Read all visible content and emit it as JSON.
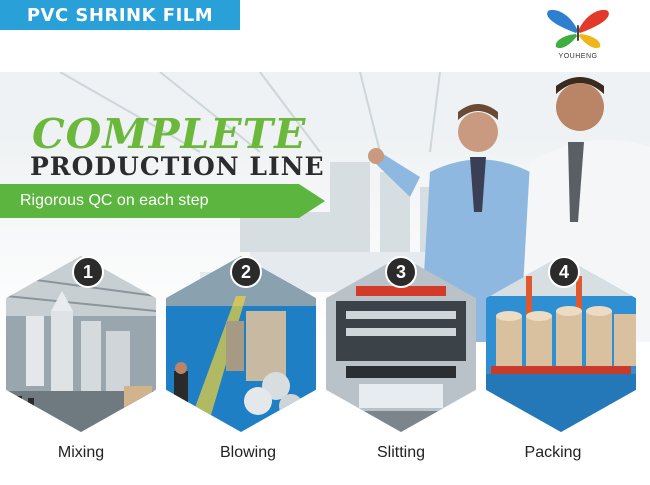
{
  "header": {
    "tag": "PVC SHRINK FILM",
    "logo_text": "YOUHENG"
  },
  "hero": {
    "title_line1": "COMPLETE",
    "title_line2": "PRODUCTION LINE",
    "tagline": "Rigorous QC on each step"
  },
  "colors": {
    "tag_blue": "#2aa0d8",
    "accent_green": "#6cb83d",
    "bar_green": "#5cb53f",
    "badge_dark": "#2b2b2b"
  },
  "steps": [
    {
      "number": "1",
      "label": "Mixing",
      "icon": "factory-mixing-photo"
    },
    {
      "number": "2",
      "label": "Blowing",
      "icon": "film-blowing-photo"
    },
    {
      "number": "3",
      "label": "Slitting",
      "icon": "slitting-machine-photo"
    },
    {
      "number": "4",
      "label": "Packing",
      "icon": "packed-rolls-photo"
    }
  ]
}
